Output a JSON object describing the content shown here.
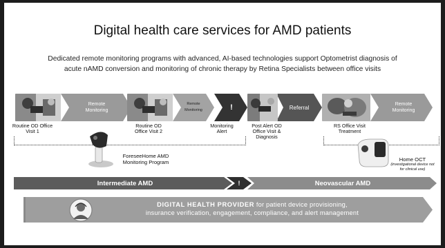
{
  "title": "Digital health care services for AMD patients",
  "subtitle_line1": "Dedicated remote monitoring programs with advanced, AI-based technologies support Optometrist diagnosis of",
  "subtitle_line2": "acute nAMD conversion and monitoring of chronic therapy by Retina Specialists between office visits",
  "flow": {
    "remote_monitoring_1": "Remote Monitoring",
    "remote_monitoring_2": "Remote Monitoring",
    "remote_monitoring_3": "Remote Monitoring",
    "alert_mark": "!",
    "referral": "Referral"
  },
  "captions": {
    "visit1": "Routine OD Office Visit 1",
    "visit2": "Routine OD Office Visit 2",
    "monitoring_alert": "Monitoring Alert",
    "post_alert": "Post Alert OD Office Visit & Diagnosis",
    "rs_visit": "RS Office Visit Treatment",
    "foresee_line1": "ForeseeHome AMD",
    "foresee_line2": "Monitoring Program",
    "home_oct": "Home OCT",
    "home_oct_note": "(investigational device not for clinical use)"
  },
  "stages": {
    "intermediate": "Intermediate AMD",
    "transition_mark": "!",
    "neovascular": "Neovascular AMD"
  },
  "dhp": {
    "bold": "DIGITAL HEALTH PROVIDER",
    "rest_line1": " for patient device provisioning,",
    "line2": "insurance verification, engagement, compliance, and alert management"
  },
  "colors": {
    "bar_dark": "#5c5c5c",
    "bar_mid": "#8c8c8c",
    "bar_light": "#9a9a9a",
    "chevron_dark": "#3a3a3a",
    "dhp_fill": "#9e9e9e"
  }
}
